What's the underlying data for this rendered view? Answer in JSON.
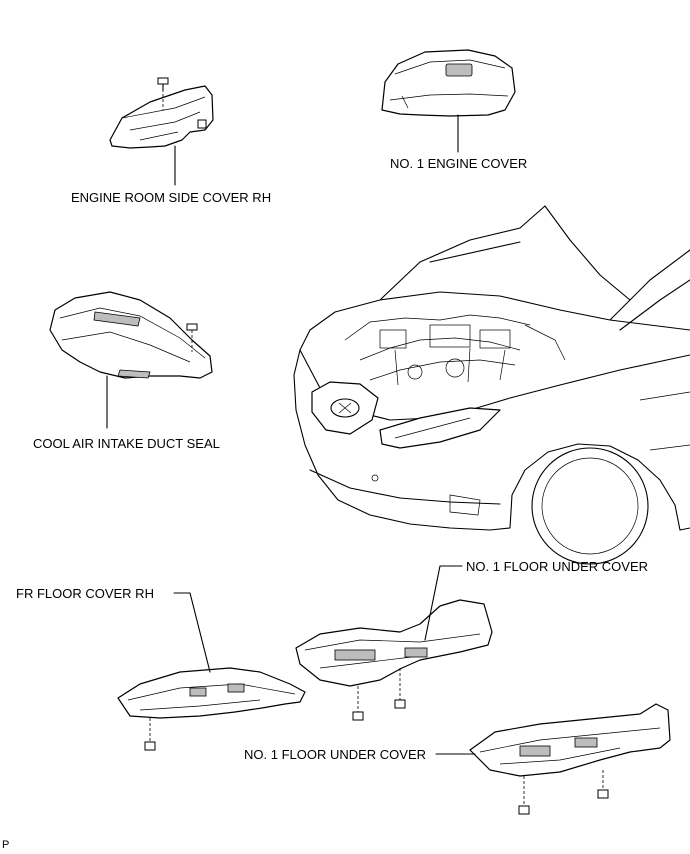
{
  "labels": {
    "engine_room_side_cover_rh": "ENGINE ROOM SIDE COVER RH",
    "no1_engine_cover": "NO. 1 ENGINE COVER",
    "cool_air_intake_duct_seal": "COOL AIR INTAKE DUCT SEAL",
    "fr_floor_cover_rh": "FR FLOOR COVER RH",
    "no1_floor_under_cover_upper": "NO. 1 FLOOR UNDER COVER",
    "no1_floor_under_cover_lower": "NO. 1 FLOOR UNDER COVER"
  },
  "corner_mark": "P"
}
